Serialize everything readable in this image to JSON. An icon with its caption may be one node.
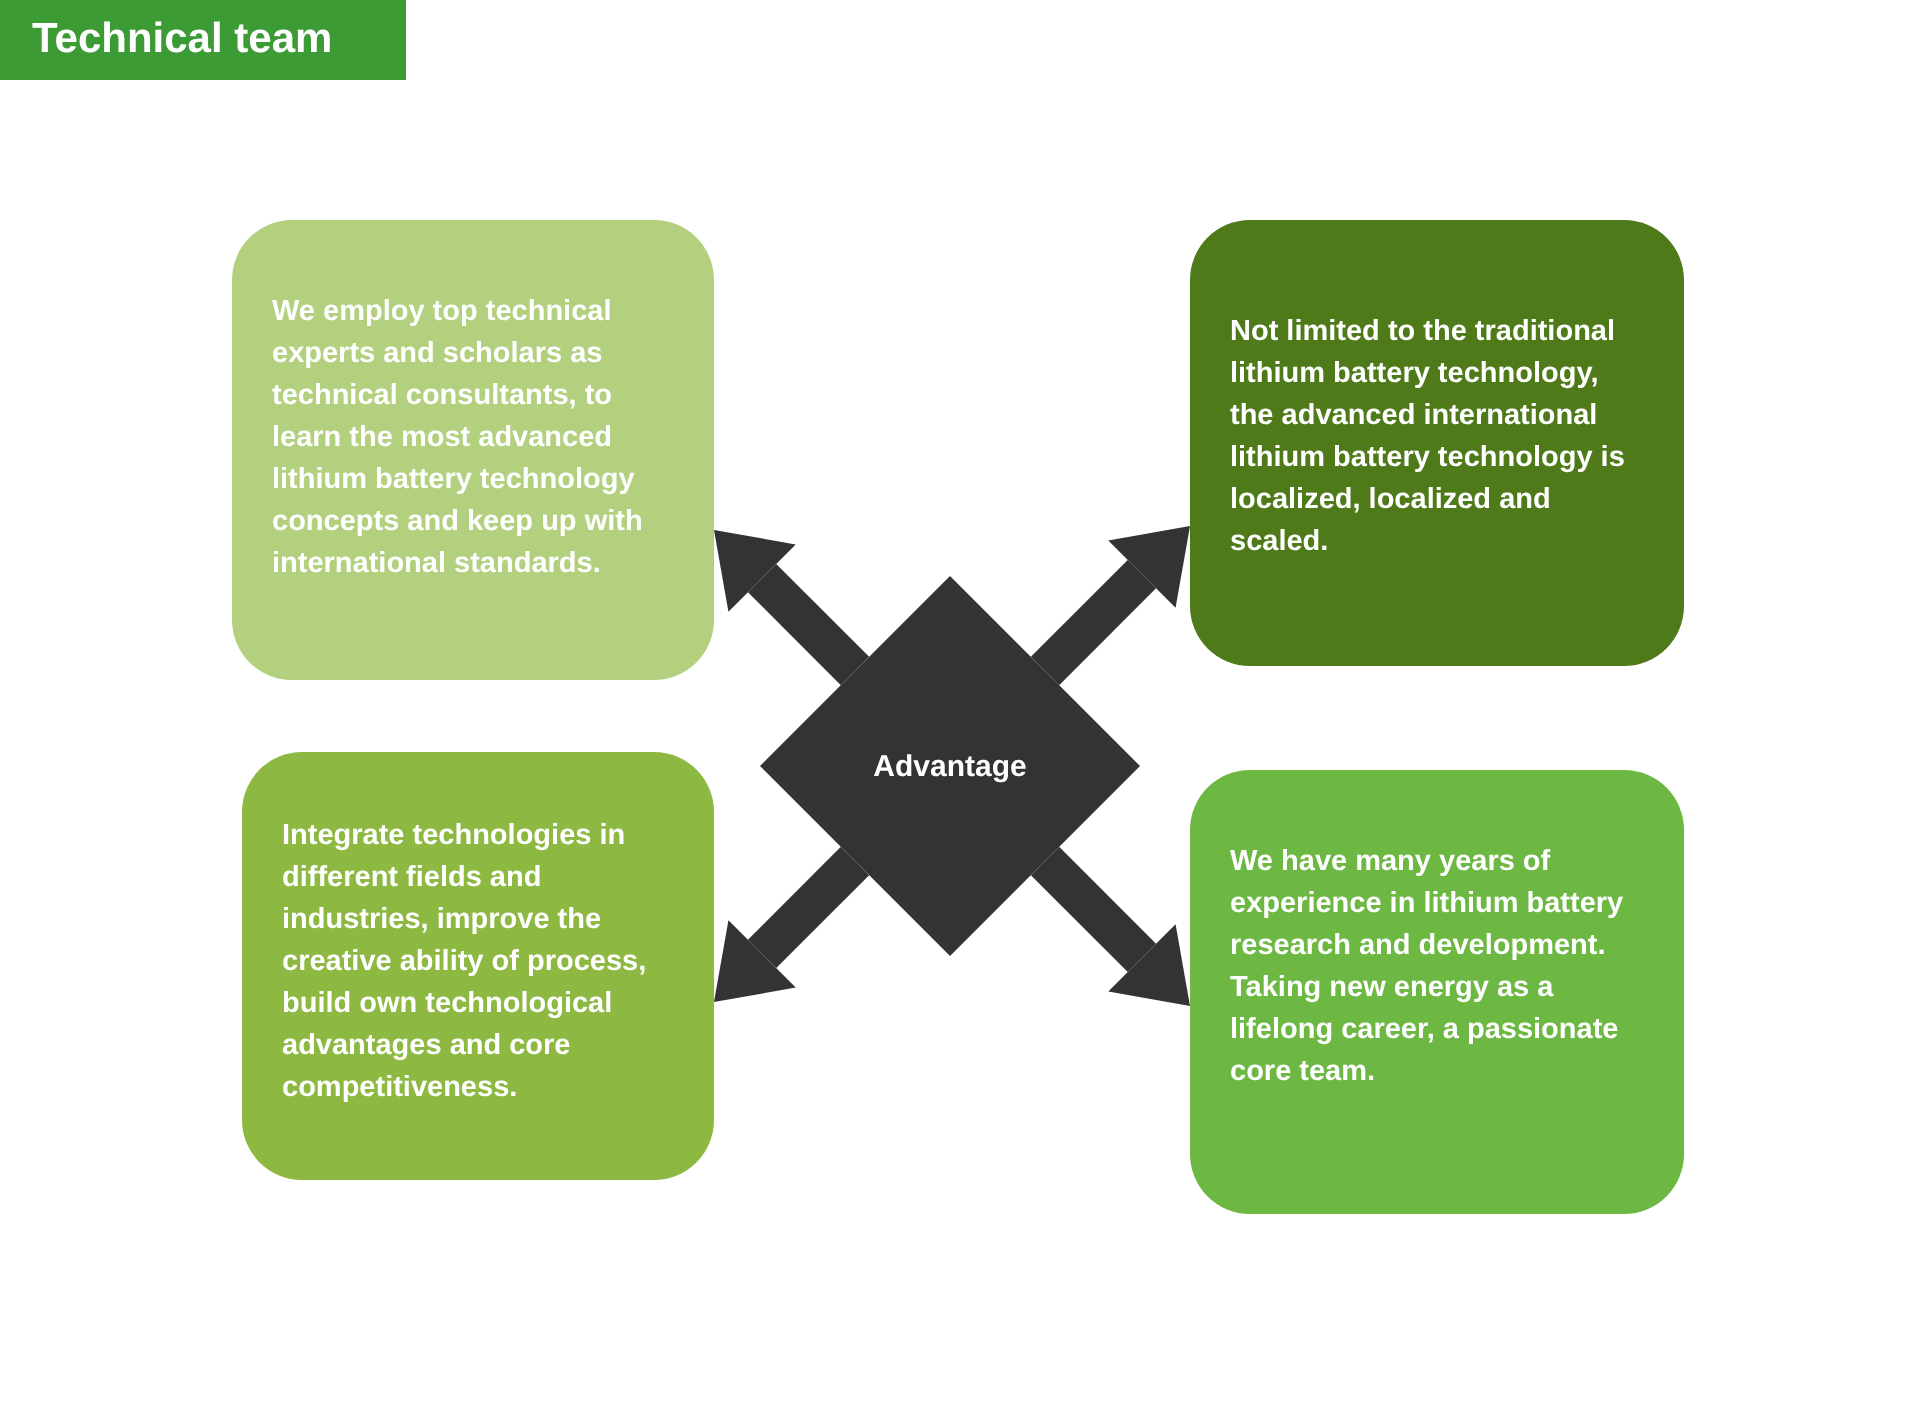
{
  "diagram": {
    "title": "Technical team",
    "nodes": [
      {
        "text": [
          "We employ top technical experts and scholars as technical consultants, to learn the most advanced lithium battery technology concepts and keep up with international standards."
        ]
      },
      {
        "text": [
          "Not limited to the traditional lithium battery technology, the advanced international lithium battery technology is localized, localized and scaled."
        ]
      },
      {
        "text": [
          "Advantage"
        ]
      },
      {
        "text": [
          "Integrate technologies in different fields and industries, improve the creative ability of process, build own technological advantages and core competitiveness."
        ]
      },
      {
        "text": [
          "We have many years of experience in lithium battery research and development. Taking new energy as a lifelong career, a passionate core team."
        ]
      }
    ],
    "edges": [
      {
        "from": 2,
        "to": 0,
        "arrow": "to"
      },
      {
        "from": 2,
        "to": 1,
        "arrow": "to"
      },
      {
        "from": 2,
        "to": 3,
        "arrow": "to"
      },
      {
        "from": 2,
        "to": 4,
        "arrow": "to"
      }
    ]
  }
}
